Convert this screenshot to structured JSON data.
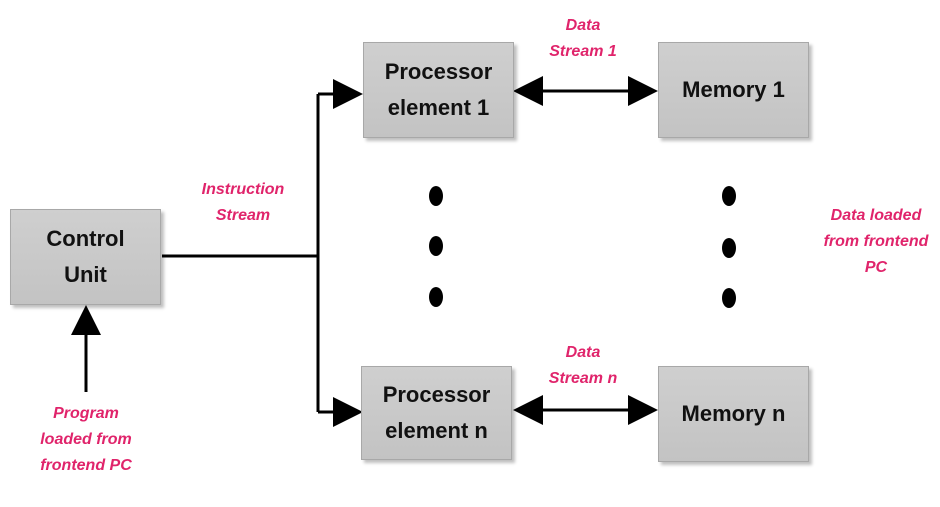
{
  "control_unit": {
    "line1": "Control",
    "line2": "Unit"
  },
  "processors": [
    {
      "line1": "Processor",
      "line2": "element 1"
    },
    {
      "line1": "Processor",
      "line2": "element n"
    }
  ],
  "memories": [
    {
      "label": "Memory 1"
    },
    {
      "label": "Memory n"
    }
  ],
  "labels": {
    "instruction_stream": {
      "line1": "Instruction",
      "line2": "Stream"
    },
    "data_stream_1": {
      "line1": "Data",
      "line2": "Stream 1"
    },
    "data_stream_n": {
      "line1": "Data",
      "line2": "Stream n"
    },
    "program_loaded": {
      "line1": "Program",
      "line2": "loaded from",
      "line3": "frontend PC"
    },
    "data_loaded": {
      "line1": "Data loaded",
      "line2": "from frontend",
      "line3": "PC"
    }
  },
  "colors": {
    "label_text": "#e0246b",
    "box_fill": "#c8c8c8"
  }
}
